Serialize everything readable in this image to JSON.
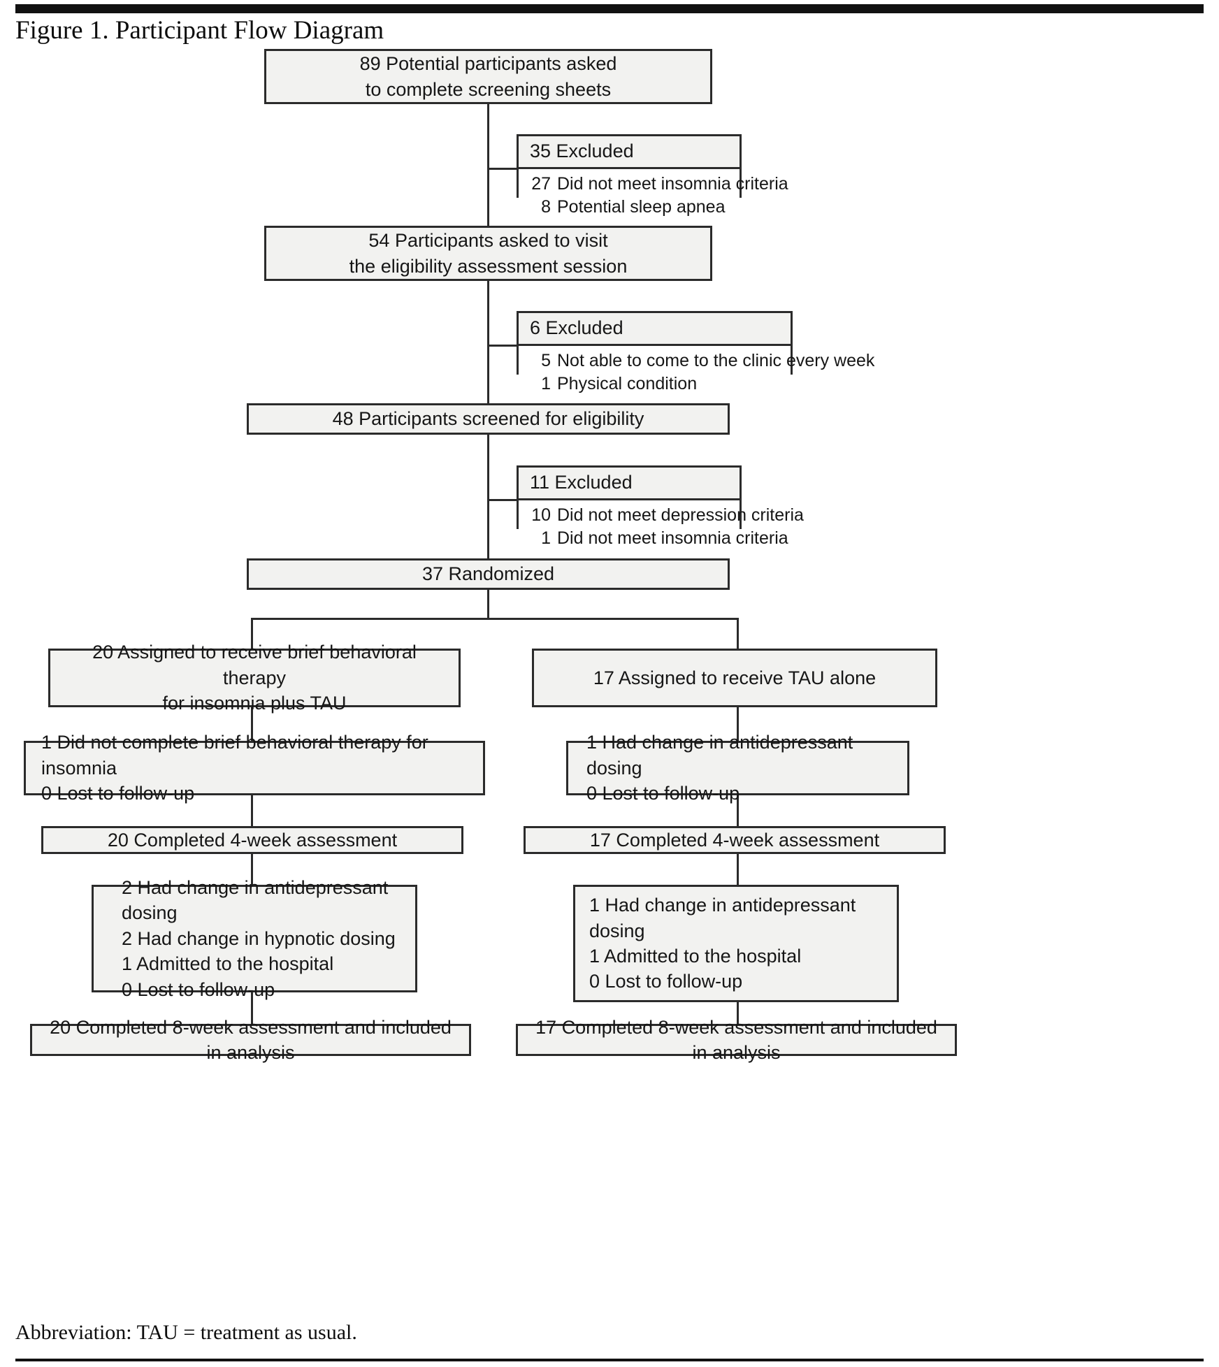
{
  "figure": {
    "title": "Figure 1. Participant Flow Diagram",
    "footnote": "Abbreviation: TAU = treatment as usual."
  },
  "flow": {
    "n1_line1": "89 Potential participants asked",
    "n1_line2": "to complete screening sheets",
    "n2_line1": "54 Participants asked to visit",
    "n2_line2": "the eligibility assessment session",
    "n3": "48 Participants screened for eligibility",
    "n4": "37 Randomized"
  },
  "exclusions": [
    {
      "header": "35 Excluded",
      "rows": [
        {
          "n": "27",
          "text": "Did not meet insomnia criteria"
        },
        {
          "n": "8",
          "text": "Potential sleep apnea"
        }
      ]
    },
    {
      "header": "6 Excluded",
      "rows": [
        {
          "n": "5",
          "text": "Not able to come to the clinic every week"
        },
        {
          "n": "1",
          "text": "Physical condition"
        }
      ]
    },
    {
      "header": "11 Excluded",
      "rows": [
        {
          "n": "10",
          "text": "Did not meet depression criteria"
        },
        {
          "n": "1",
          "text": "Did not meet insomnia criteria"
        }
      ]
    }
  ],
  "arms": {
    "left": {
      "assign_line1": "20 Assigned to receive brief behavioral therapy",
      "assign_line2": "for insomnia plus TAU",
      "attrition1_line1": "1 Did not complete brief behavioral therapy for insomnia",
      "attrition1_line2": "0 Lost to follow-up",
      "week4": "20 Completed 4-week assessment",
      "attrition2_line1": "2 Had change in antidepressant dosing",
      "attrition2_line2": "2 Had change in hypnotic dosing",
      "attrition2_line3": "1 Admitted to the hospital",
      "attrition2_line4": "0 Lost to follow-up",
      "week8": "20 Completed 8-week assessment and included in analysis"
    },
    "right": {
      "assign_line1": "17 Assigned to receive TAU alone",
      "attrition1_line1": "1 Had change in antidepressant dosing",
      "attrition1_line2": "0 Lost to follow-up",
      "week4": "17 Completed 4-week assessment",
      "attrition2_line1": "1 Had change in antidepressant dosing",
      "attrition2_line2": "1 Admitted to the hospital",
      "attrition2_line3": "0 Lost to follow-up",
      "week8": "17 Completed 8-week assessment and included in analysis"
    }
  },
  "colors": {
    "box_fill": "#f2f2f0",
    "border": "#2b2b2b",
    "rule": "#111111"
  }
}
